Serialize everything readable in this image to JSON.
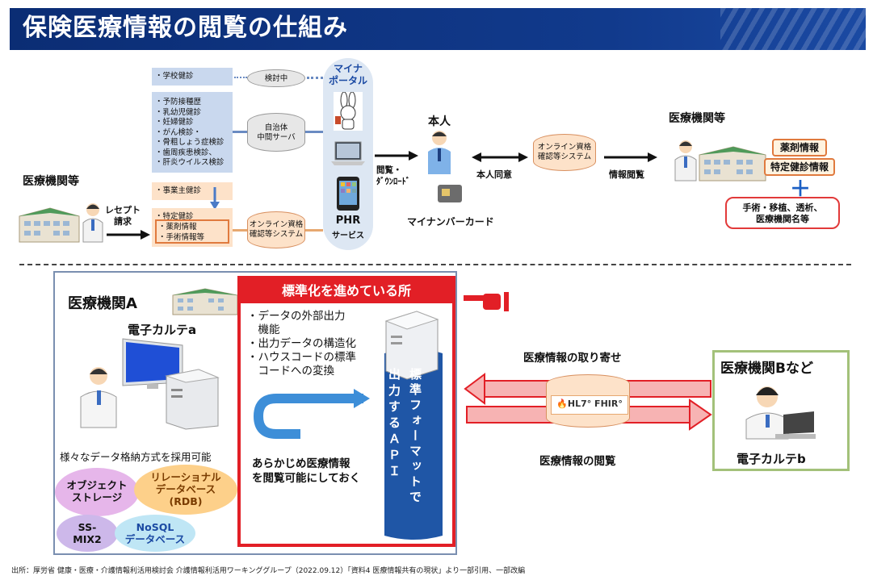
{
  "title": "保険医療情報の閲覧の仕組み",
  "top": {
    "school_checkup": "・学校健診",
    "under_review": "検討中",
    "municipal_list": [
      "・予防接種歴",
      "・乳幼児健診",
      "・妊婦健診",
      "・がん検診・",
      "・骨粗しょう症検診",
      "・歯周疾患検診、",
      "・肝炎ウイルス検診"
    ],
    "municipal_server": [
      "自治体",
      "中間サーバ"
    ],
    "employer_checkup": "・事業主健診",
    "insurer_list": [
      "・特定健診",
      "・薬剤情報",
      "・手術情報等"
    ],
    "online_system_left": [
      "オンライン資格",
      "確認等システム"
    ],
    "portal_title": [
      "マイナ",
      "ポータル"
    ],
    "phr_label": "PHR",
    "phr_service": "サービス",
    "institutions_left": "医療機関等",
    "receipt": [
      "レセプト",
      "請求"
    ],
    "browse_download": [
      "閲覧・",
      "ﾀﾞｳﾝﾛｰﾄﾞ"
    ],
    "person": "本人",
    "consent": "本人同意",
    "mynumber_card": "マイナンバーカード",
    "online_system_right": [
      "オンライン資格",
      "確認等システム"
    ],
    "info_browse": "情報閲覧",
    "institutions_right": "医療機関等",
    "drug_info": "薬剤情報",
    "checkup_info": "特定健診情報",
    "plus": "＋",
    "surgery_info": [
      "手術・移植、透析、",
      "医療機関名等"
    ]
  },
  "bottom": {
    "institution_a": "医療機関A",
    "ehr_a": "電子カルテa",
    "storage_caption": "様々なデータ格納方式を採用可能",
    "ovals": [
      {
        "label": [
          "オブジェクト",
          "ストレージ"
        ],
        "color": "#e6b6ea"
      },
      {
        "label": [
          "リレーショナル",
          "データベース",
          "(RDB)"
        ],
        "color": "#fdd08a"
      },
      {
        "label": [
          "SS-",
          "MIX2"
        ],
        "color": "#cdb8ea"
      },
      {
        "label": [
          "NoSQL",
          "データベース"
        ],
        "color": "#bfe6f5"
      }
    ],
    "standardizing_header": "標準化を進めている所",
    "standardizing_points": [
      "・データの外部出力",
      "　機能",
      "・出力データの構造化",
      "・ハウスコードの標準",
      "　コードへの変換"
    ],
    "browse_ready": [
      "あらかじめ医療情報",
      "を閲覧可能にしておく"
    ],
    "api_col1": "標準フォーマットで",
    "api_col2": "出力するＡＰＩ",
    "fetch_label": "医療情報の取り寄せ",
    "fhir_label": "HL7° FHIR°",
    "browse_label": "医療情報の閲覧",
    "institution_b": "医療機関Bなど",
    "ehr_b": "電子カルテb"
  },
  "footnote": "出所：厚労省 健康・医療・介護情報利活用検討会 介護情報利活用ワーキンググループ（2022.09.12）「資料4 医療情報共有の現状」より一部引用、一部改編",
  "colors": {
    "navy": "#0b2d74",
    "red": "#e21f26",
    "orange": "#e07a3e",
    "green": "#a3c17a",
    "api_blue": "#1f56a6"
  }
}
